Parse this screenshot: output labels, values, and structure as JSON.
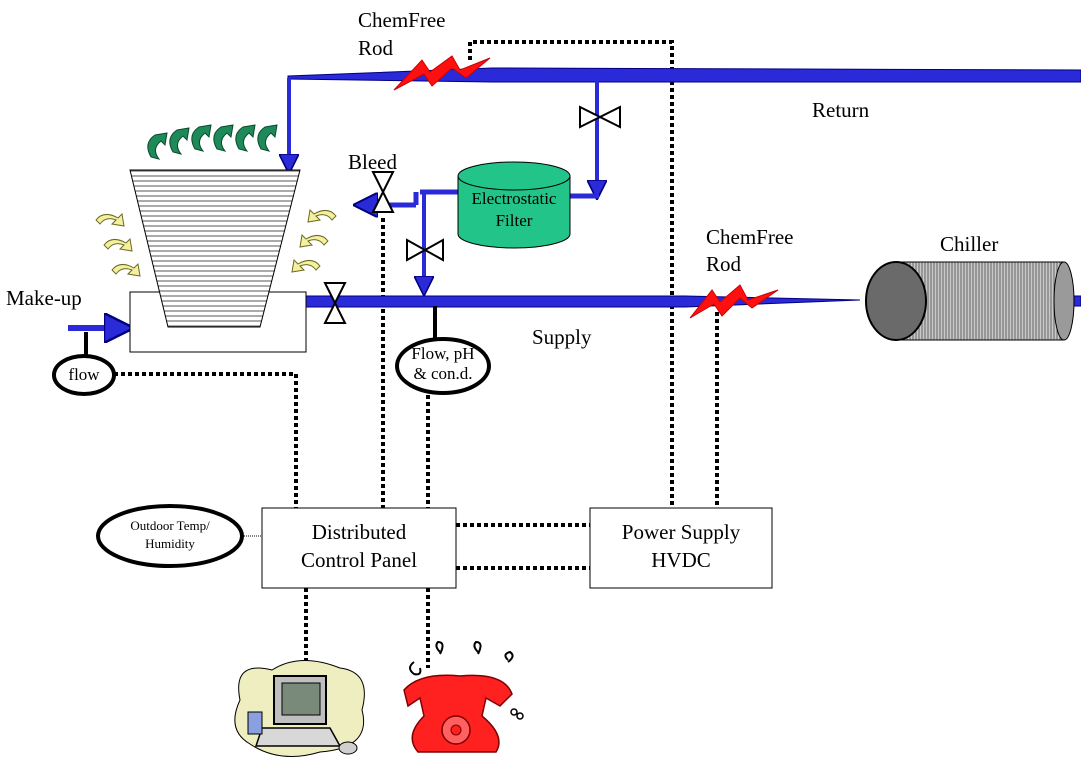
{
  "colors": {
    "pipe": "#2a2ad8",
    "pipe_outline": "#000080",
    "control_line": "#000000",
    "filter": "#22c48a",
    "rod": "#ff1010",
    "vapor": "#1e8a5a",
    "airflow": "#f4f0a0",
    "chiller_body": "#7a7a7a"
  },
  "labels": {
    "chemfree_rod_top": "ChemFree\nRod",
    "return": "Return",
    "bleed": "Bleed",
    "electrostatic_filter": "Electrostatic\nFilter",
    "chemfree_rod_supply": "ChemFree\nRod",
    "chiller": "Chiller",
    "makeup": "Make-up",
    "flow": "flow",
    "supply": "Supply",
    "flow_ph": "Flow, pH\n& con.d.",
    "outdoor": "Outdoor Temp/\nHumidity",
    "dcp": "Distributed\nControl Panel",
    "psu": "Power Supply\nHVDC"
  },
  "icons": {
    "computer": "computer-icon",
    "phone": "ringing-phone-icon"
  }
}
